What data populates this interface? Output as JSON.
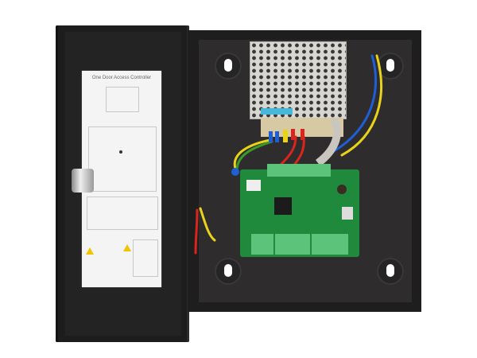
{
  "image": {
    "subject": "Single door access controller cabinet, open",
    "background_color": "#ffffff",
    "cabinet_color": "#1f1e1f",
    "pcb_color": "#1f8a3c"
  },
  "door_sheet": {
    "title": "One Door Access Controller"
  },
  "components": [
    {
      "name": "power-supply",
      "color": "#d8d6d0"
    },
    {
      "name": "controller-board",
      "color": "#1f8a3c"
    },
    {
      "name": "door-lock-hinge",
      "color": "#cccccc"
    },
    {
      "name": "mounting-keyholes",
      "count": 4
    }
  ],
  "wires": {
    "blue": "#1f5fd6",
    "yellow": "#e8d21a",
    "red": "#d8261e",
    "green": "#3a9a2a"
  }
}
